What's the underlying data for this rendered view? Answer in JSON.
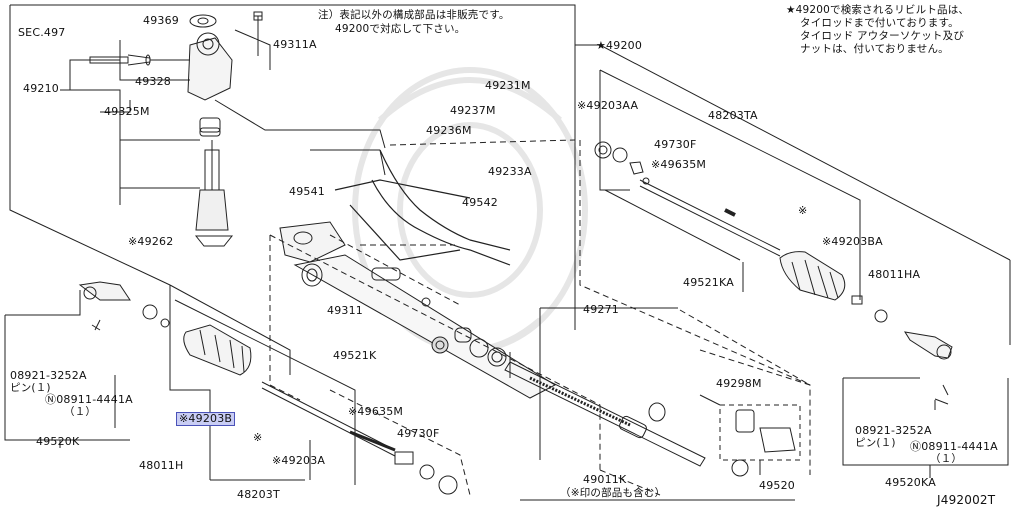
{
  "diagram_id": "J492002T",
  "highlight_color": "#c9cdf4",
  "notes": {
    "top_center": [
      "注）表記以外の構成部品は非販売です。",
      "49200で対応して下さい。"
    ],
    "top_right": [
      "★49200で検索されるリビルト品は、",
      "タイロッドまで付いております。",
      "タイロッド アウターソケット及び",
      "ナットは、付いておりません。"
    ]
  },
  "labels": {
    "sec497": "SEC.497",
    "p49369": "49369",
    "p49311A": "49311A",
    "p49328": "49328",
    "p49210": "49210",
    "p49325M": "49325M",
    "p49231M": "49231M",
    "p49237M": "49237M",
    "p49236M": "49236M",
    "p49233A": "49233A",
    "p49541": "49541",
    "p49542": "49542",
    "p49262": "※49262",
    "p49311": "49311",
    "p49200": "★49200",
    "p49203AA": "※49203AA",
    "p48203TA": "48203TA",
    "p49730F_r": "49730F",
    "p49635M_r": "※49635M",
    "p49203BA": "※49203BA",
    "p48011HA": "48011HA",
    "p49521KA": "49521KA",
    "p49271": "49271",
    "p49298M": "49298M",
    "p49520": "49520",
    "p49011K": "49011K",
    "p49011K_sub": "（※印の部品も含む）",
    "p49521K": "49521K",
    "p49635M_l": "※49635M",
    "p49730F_l": "49730F",
    "p49203A": "※49203A",
    "p48203T": "48203T",
    "p49203B": "※49203B",
    "p48011H": "48011H",
    "pin_l": "08921-3252A",
    "pin_l_sub": "ピン(１)",
    "nut_l": "Ⓝ08911-4441A",
    "nut_l_sub": "（１）",
    "p49520K": "49520K",
    "pin_r": "08921-3252A",
    "pin_r_sub": "ピン(１)",
    "nut_r": "Ⓝ08911-4441A",
    "nut_r_sub": "（１）",
    "p49520KA": "49520KA",
    "mark_top": "※",
    "mark_left": "※"
  }
}
